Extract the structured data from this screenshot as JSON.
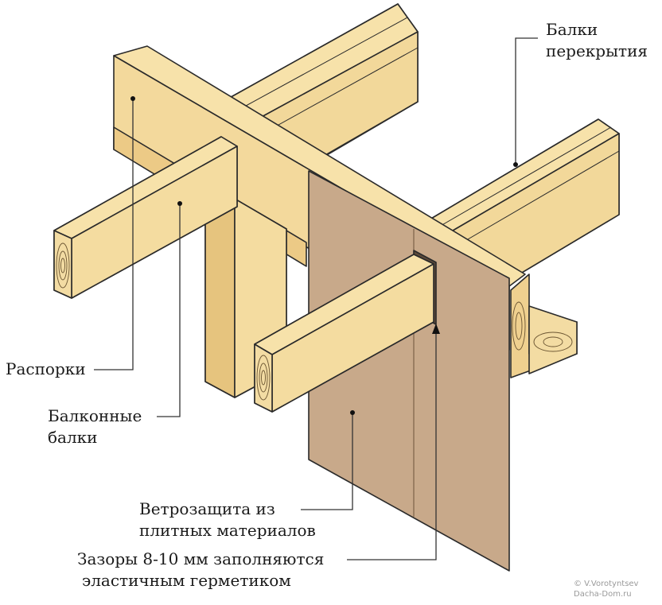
{
  "labels": {
    "floor_beams": [
      "Балки",
      "перекрытия"
    ],
    "struts": [
      "Распорки"
    ],
    "balcony_beams": [
      "Балконные",
      "балки"
    ],
    "wind_barrier": [
      "Ветрозащита из",
      "плитных материалов"
    ],
    "gaps": [
      "Зазоры 8-10 мм заполняются",
      "эластичным герметиком"
    ]
  },
  "credit": {
    "author": "© V.Vorotyntsev",
    "site": "Dacha-Dom.ru"
  },
  "colors": {
    "wood_light": "#f7e2aa",
    "wood_mid": "#efd08f",
    "wood_shadow": "#e0bb72",
    "board": "#c8a98a",
    "board_edge": "#b08f70",
    "outline": "#2a2a2a",
    "leader": "#333333"
  }
}
